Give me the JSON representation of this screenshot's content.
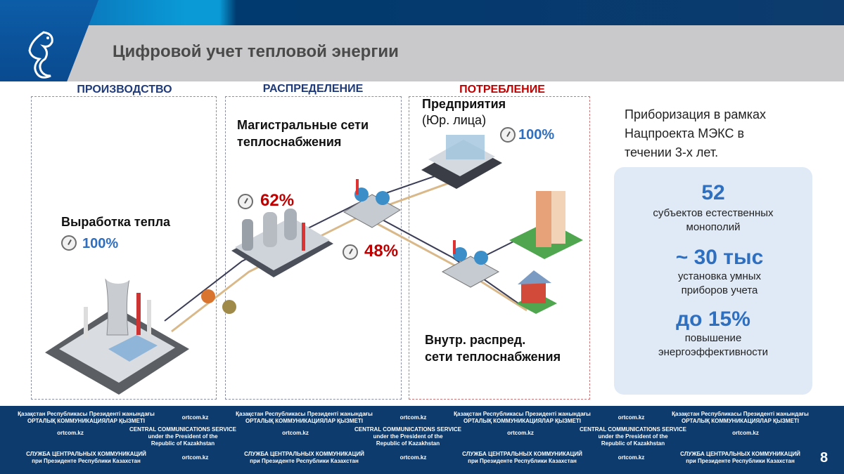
{
  "header": {
    "title": "Цифровой учет тепловой энергии",
    "logo": "snow-leopard-emblem"
  },
  "sections": {
    "production": {
      "label": "ПРОИЗВОДСТВО",
      "item": "Выработка тепла",
      "percent": "100%"
    },
    "distribution": {
      "label": "РАСПРЕДЕЛЕНИЕ",
      "item_line1": "Магистральные сети",
      "item_line2": "теплоснабжения",
      "percent_main": "62%",
      "percent_secondary": "48%"
    },
    "consumption": {
      "label": "ПОТРЕБЛЕНИЕ",
      "enterprise_line1": "Предприятия",
      "enterprise_line2": "(Юр. лица)",
      "enterprise_percent": "100%",
      "internal_line1": "Внутр. распред.",
      "internal_line2": "сети теплоснабжения"
    }
  },
  "right_panel": {
    "intro": [
      "Приборизация в рамках",
      "Нацпроекта МЭКС в",
      "течении 3-х лет."
    ],
    "stats": [
      {
        "value": "52",
        "desc": [
          "субъектов естественных",
          "монополий"
        ]
      },
      {
        "value": "~ 30 тыс",
        "desc": [
          "установка умных",
          "приборов учета"
        ]
      },
      {
        "value": "до 15%",
        "desc": [
          "повышение",
          "энергоэффективности"
        ]
      }
    ]
  },
  "footer": {
    "kz": [
      "Қазақстан Республикасы Президенті жанындағы",
      "ОРТАЛЫҚ КОММУНИКАЦИЯЛАР ҚЫЗМЕТІ"
    ],
    "en": [
      "CENTRAL COMMUNICATIONS SERVICE",
      "under the President of the",
      "Republic of Kazakhstan"
    ],
    "ru": [
      "СЛУЖБА ЦЕНТРАЛЬНЫХ КОММУНИКАЦИЙ",
      "при Президенте Республики Казахстан"
    ],
    "site": "ortcom.kz",
    "page_number": "8"
  },
  "colors": {
    "accent_blue": "#2f6fc0",
    "red": "#c00000",
    "navy": "#1f3a7a",
    "footer": "#0d3b6e"
  }
}
